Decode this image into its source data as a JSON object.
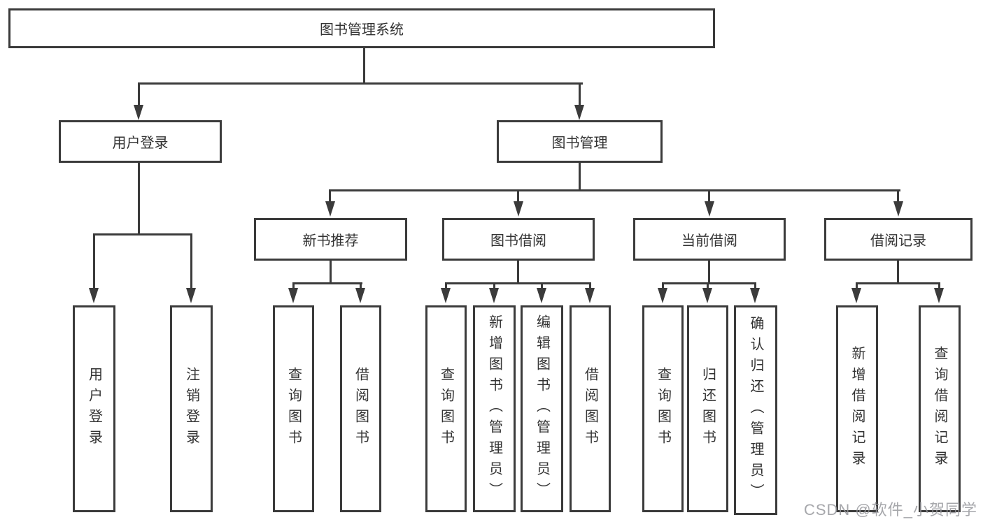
{
  "tree": {
    "label": "图书管理系统",
    "children": [
      {
        "label": "用户登录",
        "children": [
          {
            "label": "用户登录"
          },
          {
            "label": "注销登录"
          }
        ]
      },
      {
        "label": "图书管理",
        "children": [
          {
            "label": "新书推荐",
            "children": [
              {
                "label": "查询图书"
              },
              {
                "label": "借阅图书"
              }
            ]
          },
          {
            "label": "图书借阅",
            "children": [
              {
                "label": "查询图书"
              },
              {
                "label": "新增图书（管理员）"
              },
              {
                "label": "编辑图书（管理员）"
              },
              {
                "label": "借阅图书"
              }
            ]
          },
          {
            "label": "当前借阅",
            "children": [
              {
                "label": "查询图书"
              },
              {
                "label": "归还图书"
              },
              {
                "label": "确认归还（管理员）"
              }
            ]
          },
          {
            "label": "借阅记录",
            "children": [
              {
                "label": "新增借阅记录"
              },
              {
                "label": "查询借阅记录"
              }
            ]
          }
        ]
      }
    ]
  },
  "watermark": {
    "text": "CSDN @软件_小贺同学"
  },
  "colors": {
    "line": "#3b3b3b",
    "text": "#333333",
    "watermark": "#96989c",
    "background": "#ffffff"
  }
}
